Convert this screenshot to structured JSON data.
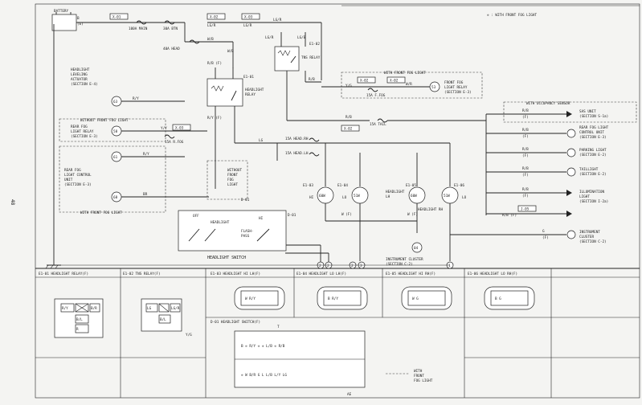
{
  "page_number": "48",
  "legend_note": "❊ : WITH FRONT FOG LIGHT",
  "battery": {
    "label": "BATTERY",
    "wire": "B",
    "wire2": "(E)",
    "connector": "X-01"
  },
  "fuses": {
    "main_100a": "100A MAIN",
    "bth_30a": "30A BTN",
    "head_40a": "40A HEAD",
    "rfog_15a": "15A R.FOG",
    "ffog_15a": "15A F.FOG",
    "tail_15a": "15A TAIL",
    "head_rh_15a": "15A HEAD.RH",
    "head_lh_15a": "15A HEAD.LH"
  },
  "top_connectors": {
    "x02": "X-02",
    "x03": "X-03"
  },
  "wires": {
    "lgr_a": "LG/R",
    "lgr_b": "LG/R",
    "lgr_c": "LG/R",
    "wb_head": "W/B",
    "wb_relay": "W/B",
    "lg": "LG",
    "tail_rb": "R/B",
    "hi_beam": "W (F)",
    "hi_beam2": "W (F)"
  },
  "tns_relay": {
    "label": "TNS RELAY",
    "wire_lgr": "LG/R",
    "wire_lgb": "LG/B",
    "connector": "E1-02",
    "wire_out": "R/B"
  },
  "headlight_relay": {
    "label1": "HEADLIGHT",
    "label2": "RELAY",
    "wire_in": "R/B (F)",
    "connector": "E1-01",
    "wire_out": "R/Y (F)"
  },
  "left_units": {
    "leveling": {
      "line1": "HEADLIGHT",
      "line2": "LEVELING",
      "line3": "ACTUATOR",
      "section": "(SECTION E-4)",
      "connector": "63",
      "wire": "R/Y"
    },
    "without_fog_label": "WITHOUT FRONT FOG LIGHT",
    "rear_fog_relay": {
      "line1": "REAR FOG",
      "line2": "LIGHT RELAY",
      "section": "(SECTION E-3)",
      "connector": "58",
      "wire": "Y/Y",
      "x_connector": "X-03"
    },
    "with_fog_label": "WITH FRONT FOG LIGHT",
    "rear_fog_switch": {
      "line1": "REAR FOG",
      "line2": "LIGHT CONTROL",
      "line3": "UNIT",
      "section": "(SECTION E-3)",
      "connector_a": "61",
      "connector_b": "68",
      "wire_a": "R/Y",
      "wire_b": "BR"
    }
  },
  "front_fog_relay": {
    "frame_label": "WITH FRONT FOG LIGHT",
    "x02": "X-02",
    "x02b": "X-02",
    "wire": "Y/G",
    "wire2": "W/R",
    "connector": "53",
    "line1": "FRONT FOG",
    "line2": "LIGHT RELAY",
    "section": "(SECTION E-3)"
  },
  "right_units": {
    "occupancy_label": "WITH OCCUPANCY SENSOR",
    "loads": [
      {
        "wire": "R/B",
        "pin": "(F)",
        "name": "SAS UNIT",
        "section": "(SECTION S-1a)"
      },
      {
        "wire": "R/B",
        "pin": "(F)",
        "name": "REAR FOG LIGHT",
        "name2": "CONTROL UNIT",
        "section": "(SECTION E-3)"
      },
      {
        "wire": "R/B",
        "pin": "(F)",
        "name": "PARKING LIGHT",
        "section": "(SECTION E-2)"
      },
      {
        "wire": "R/B",
        "pin": "(F)",
        "name": "TAILLIGHT",
        "section": "(SECTION E-2)"
      },
      {
        "wire": "R/B",
        "pin": "(F)",
        "name": "ILLUMINATION",
        "name2": "LIGHT",
        "section": "(SECTION I-2a)"
      },
      {
        "connector": "J-05",
        "wire": "R/B (F)"
      },
      {
        "wire": "G",
        "pin": "(F)",
        "name": "INSTRUMENT",
        "name2": "CLUSTER",
        "section": "(SECTION C-2)"
      }
    ]
  },
  "lamps": {
    "connector": "X-02",
    "lh_label": "HEADLIGHT",
    "lh_label2": "LH",
    "rh_label": "HEADLIGHT RH",
    "0": {
      "watt": "60W",
      "conn": "E1-03",
      "type": "HI"
    },
    "1": {
      "watt": "51W",
      "conn": "E1-04",
      "type": "LO"
    },
    "2": {
      "watt": "60W",
      "conn": "E1-05"
    },
    "3": {
      "watt": "51W",
      "conn": "E1-06",
      "type": "LO"
    }
  },
  "instrument_node": {
    "connector": "04",
    "note": "INSTRUMENT CLUSTER",
    "section": "(SECTION C-2)"
  },
  "ground_nodes": [
    "2",
    "2",
    "2",
    "3",
    "1"
  ],
  "headlight_switch": {
    "without_fog": {
      "line1": "WITHOUT",
      "line2": "FRONT",
      "line3": "FOG",
      "line4": "LIGHT"
    },
    "connector": "D-01",
    "positions": [
      "OFF",
      "HEADLIGHT",
      "HI",
      "FLASH-",
      "PASS"
    ],
    "label": "HEADLIGHT SWITCH",
    "d01": "D-01"
  },
  "connectors": [
    {
      "title": "E1-01 HEADLIGHT RELAY(F)",
      "pins": [
        "R/Y",
        "B/R",
        "B/L",
        "R"
      ]
    },
    {
      "title": "E1-02 TNS RELAY(F)",
      "pins": [
        "LG",
        "LG/R",
        "B/L"
      ],
      "note": "Y/G"
    },
    {
      "title": "E1-03 HEADLIGHT HI LH(F)",
      "pins": "W  R/Y"
    },
    {
      "title": "E1-04 HEADLIGHT LO LH(F)",
      "pins": "B  R/Y"
    },
    {
      "title": "E1-05 HEADLIGHT HI RH(F)",
      "pins": "W  G"
    },
    {
      "title": "E1-06 HEADLIGHT LO RH(F)",
      "pins": "B  G"
    },
    {
      "title": "D-01 HEADLIGHT SWITCH(F)",
      "row1": "B  ❊  R/Y  ❊  ❊  L/B  ❊  R/B",
      "row2": "❊  W  B/R  G  L  L/B  L/Y  LG",
      "top_label": "T",
      "bottom_label": "AE",
      "legend1": "WITH",
      "legend2": "FRONT",
      "legend3": "FOG LIGHT"
    }
  ]
}
